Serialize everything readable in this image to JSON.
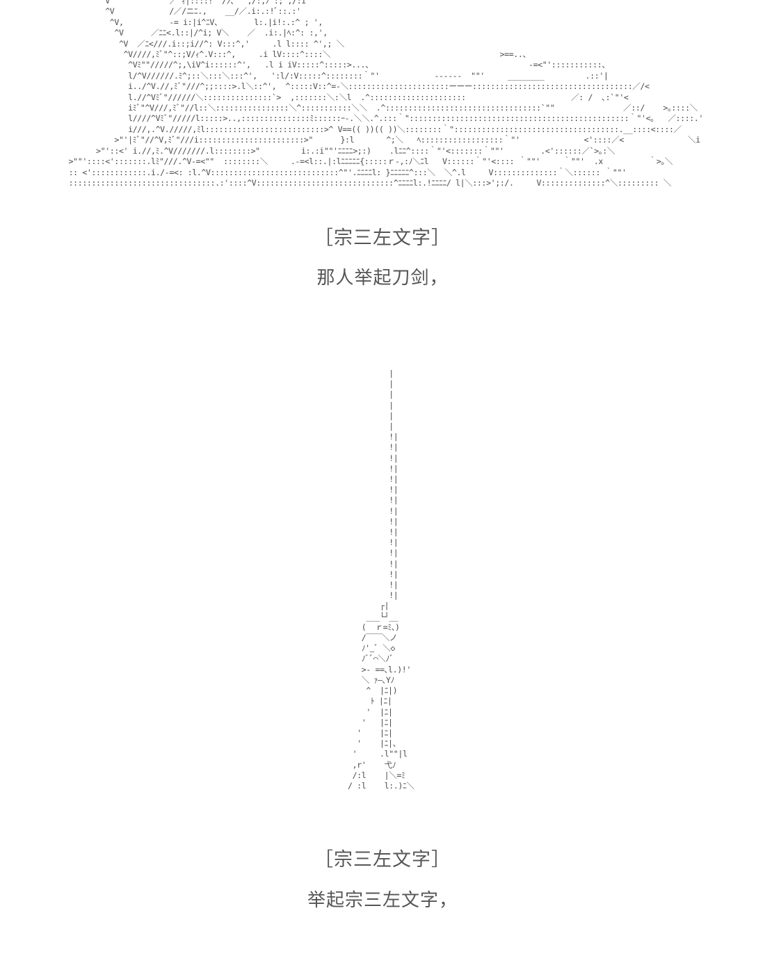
{
  "art": {
    "top": "        ^V             ／ ｨ|::::!  /〉、  ,/:,ﾉ :; ,/:i\n         ^V            /／/ニﾆ.,    __/／.i:.:!ﾞ::.:'\n          ^V,          -= i:|i^ﾆV、       l:.|i!:.:^ ; ',\n           ^V      ／ﾆﾆ<.l::|/^i; V＼    ／  .i:.|ﾍ:^: :,',\n            ^V  ／ﾆ<///.i::;i//^: V:::^,'     .l l:::: ^',; ＼\n             ^V////,ﾐﾞ\"^::;V/ｨ^.V:::^,     .i lV::::^::::＼                                     >==..、\n              ^Vﾐ\"\"/////^;,\\iV^i::::::^',   .l i iV:::::^:::::>...、                                  -=<\"':::::::::::、\n              l/^V//////.ﾐ^;::＼:::＼:::^',   ':l/:V:::::^::::::::｀\"'            ------  \"\"'     ________         .::'|\n              i../^V.//,ﾐﾞ\"///^;;::::>.l＼::^',  ^:::::V::^=-＼::::::::::::::::::::::ーーー:::::::::::::::::::::::::::::::::::／/<\n              l.//^Vﾐﾞ\"//////＼:::::::::::::::`>  ,:::::::＼:＼l  .^:::::::::::::::::::::                       ／: /  ､:`\"'<\n              iﾐﾞ\"^V///,ﾐﾞ\"//l::＼::::::::::::::::＼^:::::::::::＼＼  .^::::::::::::::::::::::::::::::::::`\"\"               ／::/    >｡::::＼\n              l////^Vﾐﾞ\"/////l:::::>..,:::::::::::::::ﾐ::::::ｰ-.＼＼.^.:::｀\"::::::::::::::::::::::::::::::::::::::::::::::::｀\"'<｡   ／::::.'        >｡::＼\n              i///,.^V./////,ﾐl::::::::::::::::::::::::::>^ V==(( ))(( ))＼::::::::｀\"::::::::::::::::::::::::::::::::::::.__::::<::::／           ＼::',\n           >\"'|ﾐﾞ\"//^V,ﾐﾞ\"///i:::::::::::::::::::::::>\"      }:l       ^;＼   ﾍ::::::::::::::::::｀\"'              <'::::／<              ＼i\n       >\"'::<' i.//,ﾐ.^V///////.l::::::::>\"         i:.:i\"\"'ﾆﾆﾆﾆ>;:)    .lﾆﾆ^::::｀\"'<:::::::｀\"\"'        .<'::::::／`>｡:＼\n >\"\"'::::<':::::::.lﾐ\"///.^V-=<\"\"  ::::::::＼     .-=<l::.|:lﾆﾆﾆﾆﾆ{:::::ｒ-,:ﾉ＼ﾆl   V::::::｀\"'<:::: ｀\"\"'     ｀\"\"'  .x          ｀>｡＼\n :: <'::::::::::::.i./-=<: :l.^V::::::::::::::::::::::::::::^\"'.ﾆﾆﾆﾆl: }ﾆﾆﾆﾆﾆ^:::＼  ＼^.l     V::::::::::::::｀＼:::::: ｀\"\"'\n ::::::::::::::::::::::::::::::::.:'::::^V::::::::::::::::::::::::::::::^ﾆﾆﾆﾆl:.!ﾆﾆﾆﾆ/ l|＼:::>';:/.     V::::::::::::::^＼::::::::: ＼",
    "sword": "         |\n         |\n         |\n         |\n         |\n         |\n         !|\n         !|\n         !|\n         !|\n         !|\n         !|\n         !|\n         !|\n         !|\n         !|\n         !|\n         !|\n         !|\n         !|\n         !|\n         !|\n       ┌|\n    ___└┘__\n   (  ｒ=ﾐ、)\n   /￣￣＼ノ\n   ﾉ'_ﾞ ＼◇\n   ﾉﾞﾞ⌒＼ﾉﾞ\n   >- ==､l.)!'\n   ＼ ｧ―､Yﾉ\n    ^  |ﾆ|)\n     ﾄ |ﾆ|\n    '  |ﾆ|\n   '   |ﾆ|\n  '    |ﾆ|\n  '    |ﾆ|、\n '     .l\"\"|l\n ,r'    弋ﾉ\n /:l    |＼=ﾐ\n/ :l    l:.)ﾆ＼"
  },
  "captions": {
    "title_1": "［宗三左文字］",
    "line_1": "那人举起刀剑，",
    "title_2": "［宗三左文字］",
    "line_2": "举起宗三左文字，"
  }
}
